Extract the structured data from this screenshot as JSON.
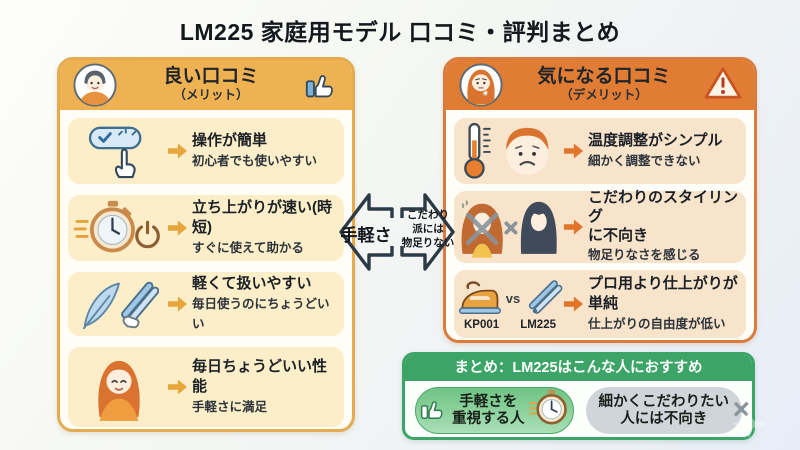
{
  "title": "LM225 家庭用モデル 口コミ・評判まとめ",
  "colors": {
    "left_accent": "#efb252",
    "right_accent": "#e07c33",
    "left_item_bg": "#fbeec8",
    "right_item_bg": "#f8e3cb",
    "summary_green": "#3da467",
    "arrow_outline": "#2c3a47"
  },
  "left_panel": {
    "title": "良い口コミ",
    "subtitle": "（メリット）",
    "items": [
      {
        "title": "操作が簡単",
        "desc": "初心者でも使いやすい",
        "icon": "button-press-icon"
      },
      {
        "title": "立ち上がりが速い(時短)",
        "desc": "すぐに使えて助かる",
        "icon": "stopwatch-power-icon"
      },
      {
        "title": "軽くて扱いやすい",
        "desc": "毎日使うのにちょうどいい",
        "icon": "feather-straightener-icon"
      },
      {
        "title": "毎日ちょうどいい性能",
        "desc": "手軽さに満足",
        "icon": "happy-woman-icon"
      }
    ]
  },
  "right_panel": {
    "title": "気になる口コミ",
    "subtitle": "（デメリット）",
    "items": [
      {
        "title": "温度調整がシンプル",
        "desc": "細かく調整できない",
        "icon": "thermometer-sad-face-icon"
      },
      {
        "title_line1": "こだわりのスタイリング",
        "title_line2": "に不向き",
        "desc": "物足りなさを感じる",
        "icon": "hairstyles-cross-icon"
      },
      {
        "title": "プロ用より仕上がりが単純",
        "desc": "仕上がりの自由度が低い",
        "icon": "iron-vs-straightener-icon",
        "label_left": "KP001",
        "label_vs": "vs",
        "label_right": "LM225"
      }
    ]
  },
  "center_arrows": {
    "left_label": "手軽さ",
    "right_label_line1": "こだわり",
    "right_label_line2": "派には",
    "right_label_line3": "物足りない"
  },
  "summary": {
    "header": "まとめ：LM225はこんな人におすすめ",
    "recommended_line1": "手軽さを",
    "recommended_line2": "重視する人",
    "not_recommended_line1": "細かくこだわりたい",
    "not_recommended_line2": "人には不向き",
    "cross_mark": "×"
  }
}
